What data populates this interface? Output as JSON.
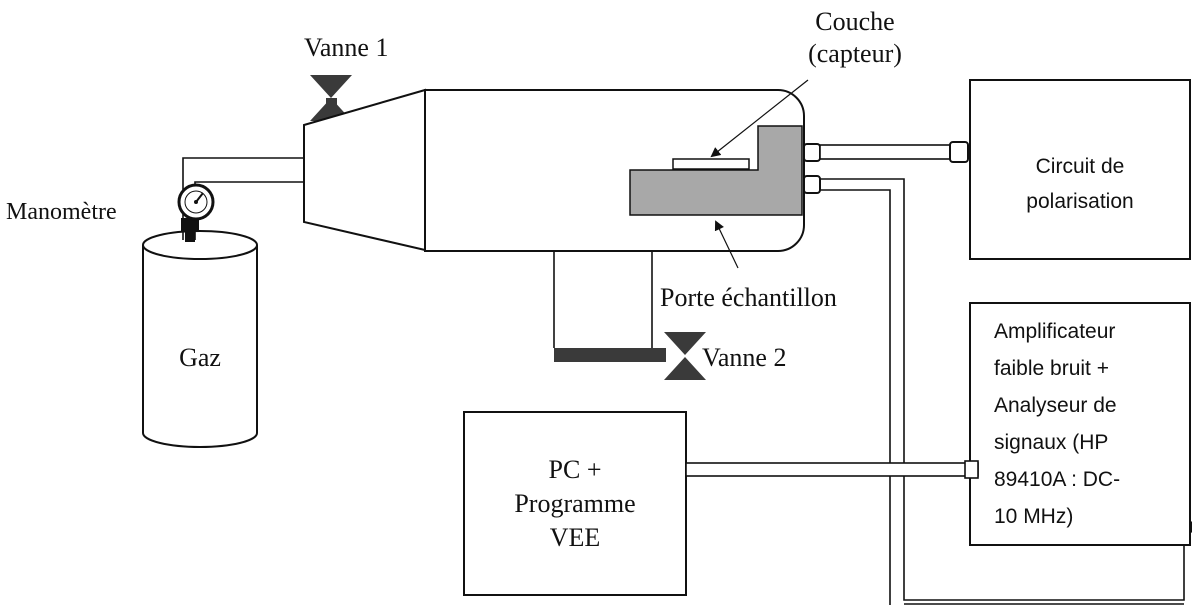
{
  "labels": {
    "couche_line1": "Couche",
    "couche_line2": "(capteur)",
    "vanne1": "Vanne 1",
    "vanne2": "Vanne 2",
    "manometre": "Manomètre",
    "gaz": "Gaz",
    "porte_echantillon": "Porte échantillon",
    "pc_line1": "PC +",
    "pc_line2": "Programme",
    "pc_line3": "VEE",
    "circuit_line1": "Circuit de",
    "circuit_line2": "polarisation",
    "ampli_lines": [
      "Amplificateur",
      "faible bruit +",
      "Analyseur de",
      "signaux (HP",
      "89410A : DC-",
      "10 MHz)"
    ]
  },
  "colors": {
    "line": "#111111",
    "holder_fill": "#a8a8a8",
    "valve_fill": "#3a3a3a"
  }
}
